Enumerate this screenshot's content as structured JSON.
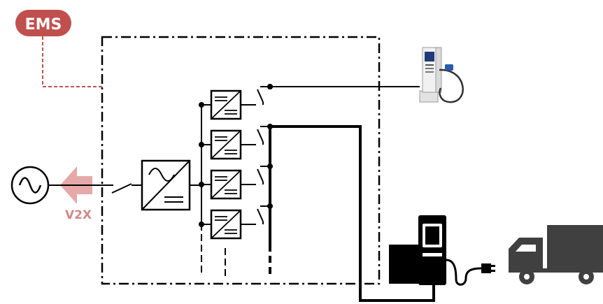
{
  "diagram": {
    "ems": {
      "label": "EMS",
      "color": "#c0504d",
      "link_color": "#c0504d"
    },
    "v2x": {
      "label": "V2X",
      "arrow_color": "#e6a9a9",
      "text_color": "#d08a8a"
    },
    "colors": {
      "line": "#000000",
      "truck": "#404040",
      "boundary": "#000000"
    },
    "components": {
      "grid": "ac-grid-source",
      "central_converter": "ac-dc-converter",
      "module_count": 4,
      "wallbox": "ac-wallbox-charger",
      "dispenser": "dc-charging-dispenser",
      "vehicle": "electric-truck"
    },
    "icons": {
      "grid": "sine-wave-icon",
      "converter": "converter-icon",
      "wallbox": "wallbox-charger-icon",
      "dispenser": "charging-dispenser-icon",
      "plug": "charging-plug-icon",
      "truck": "truck-icon"
    }
  }
}
